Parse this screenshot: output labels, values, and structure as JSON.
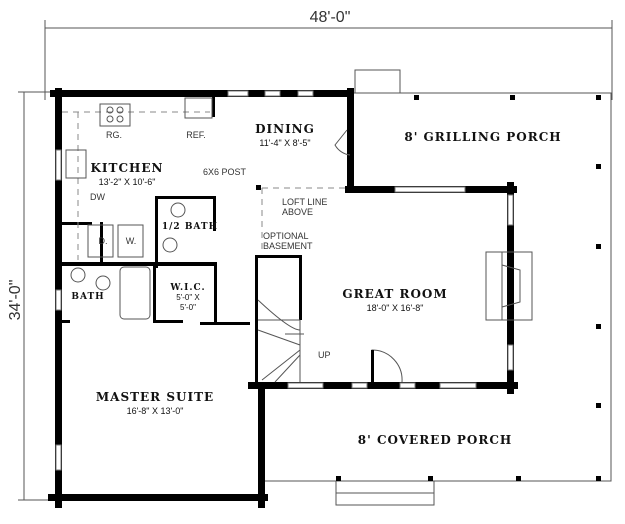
{
  "dimensions": {
    "width": "48'-0\"",
    "depth": "34'-0\""
  },
  "rooms": {
    "dining": {
      "name": "DINING",
      "size": "11'-4\" X 8'-5\""
    },
    "grilling_porch": {
      "name": "8' GRILLING PORCH"
    },
    "kitchen": {
      "name": "KITCHEN",
      "size": "13'-2\" X 10'-6\""
    },
    "half_bath": {
      "name": "1/2 BATH"
    },
    "bath": {
      "name": "BATH"
    },
    "wic": {
      "name": "W.I.C.",
      "size_line1": "5'-0\" X",
      "size_line2": "5'-0\""
    },
    "great_room": {
      "name": "GREAT ROOM",
      "size": "18'-0\" X 16'-8\""
    },
    "master_suite": {
      "name": "MASTER SUITE",
      "size": "16'-8\" X 13'-0\""
    },
    "covered_porch": {
      "name": "8' COVERED PORCH"
    }
  },
  "notes": {
    "range": "RG.",
    "refrigerator": "REF.",
    "dishwasher": "DW",
    "dryer": "D.",
    "washer": "W.",
    "post": "6X6 POST",
    "loft_line_1": "LOFT LINE",
    "loft_line_2": "ABOVE",
    "basement_1": "OPTIONAL",
    "basement_2": "BASEMENT",
    "stairs_up": "UP"
  }
}
